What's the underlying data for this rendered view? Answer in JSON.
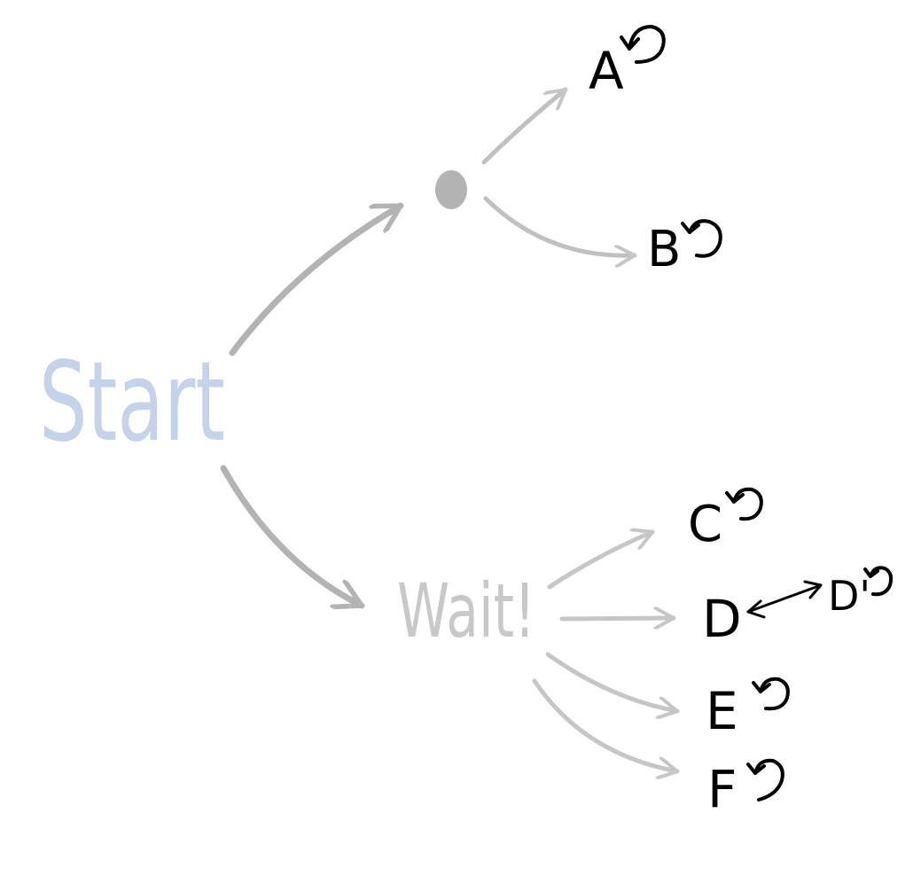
{
  "diagram": {
    "start_label": "Start",
    "wait_label": "Wait!",
    "states": {
      "a": "A",
      "b": "B",
      "c": "C",
      "d": "D",
      "d_prime": "D'",
      "e": "E",
      "f": "F"
    }
  },
  "colors": {
    "start_text": "#c5d3ea",
    "wait_text": "#c8c8c8",
    "edge_dark": "#b3b3b3",
    "edge_light": "#c6c6c6",
    "node_text": "#000000"
  },
  "icons": {
    "self_loop": "self-loop-arrow-icon",
    "branch_point": "branch-dot-icon"
  }
}
